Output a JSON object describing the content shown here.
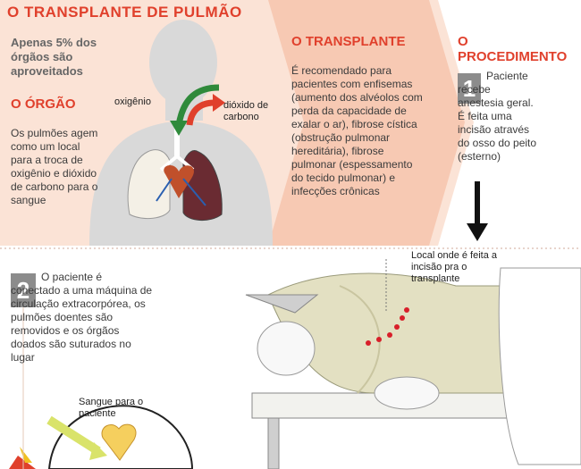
{
  "header": {
    "title": "O TRANSPLANTE DE PULMÃO"
  },
  "intro": {
    "stat": "Apenas 5% dos órgãos são aproveitados"
  },
  "organ": {
    "title": "O ÓRGÃO",
    "text": "Os pulmões agem como um local para a troca de oxigênio e dióxido de carbono para o sangue",
    "label_oxygen": "oxigênio",
    "label_co2": "dióxido de carbono"
  },
  "transplant": {
    "title": "O TRANSPLANTE",
    "text": "É recomendado para pacientes com enfisemas (aumento dos alvéolos com perda da capacidade de exalar o ar), fibrose cística (obstrução pulmonar hereditária), fibrose pulmonar (espessamento do tecido pulmonar) e infecções crônicas"
  },
  "procedure": {
    "title": "O PROCEDIMENTO",
    "step1": {
      "number": "1",
      "text": "Paciente recebe anestesia geral. É feita uma incisão através do osso do peito (esterno)"
    },
    "step2": {
      "number": "2",
      "text": "O paciente é conectado a uma máquina de circulação extracorpórea, os pulmões doentes são removidos e os órgãos doados são suturados no lugar"
    },
    "incision_label": "Local onde é feita a incisão pra o transplante",
    "blood_label": "Sangue para o paciente"
  },
  "colors": {
    "accent": "#e0402c",
    "peach": "#f7c9b3",
    "body_gray": "#d9d9d9",
    "step_gray": "#8c8c8c"
  }
}
